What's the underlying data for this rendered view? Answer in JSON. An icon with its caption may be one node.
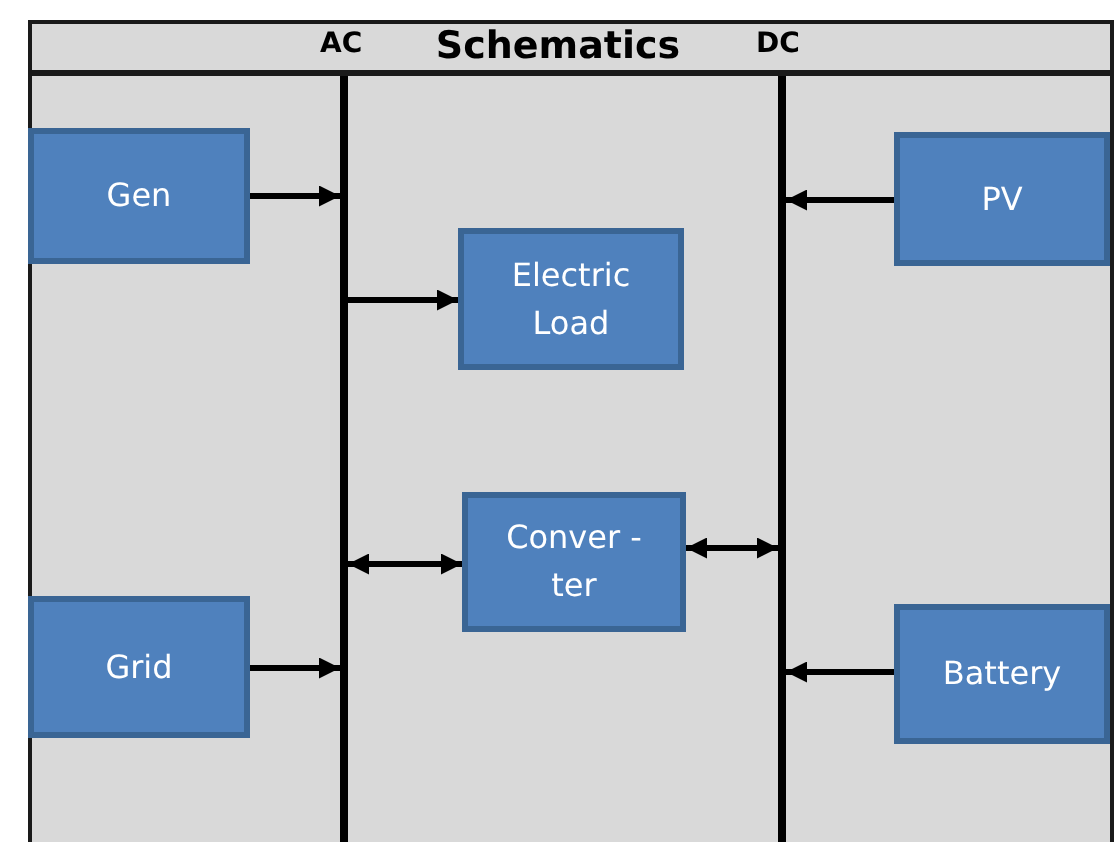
{
  "diagram": {
    "title": "Schematics",
    "nodes": [
      {
        "text": [],
        "shape": "bar"
      },
      {
        "text": [],
        "shape": "bar"
      },
      {
        "text": [
          "Gen"
        ]
      },
      {
        "text": [
          "PV"
        ]
      },
      {
        "text": [
          "Electric Load"
        ]
      },
      {
        "text": [
          "Conver -ter"
        ]
      },
      {
        "text": [
          "Grid"
        ]
      },
      {
        "text": [
          "Battery"
        ]
      }
    ],
    "edges": [
      {
        "from": 2,
        "to": 0,
        "arrow": "to"
      },
      {
        "from": 3,
        "to": 1,
        "arrow": "to"
      },
      {
        "from": 0,
        "to": 4,
        "arrow": "to"
      },
      {
        "from": 0,
        "to": 5,
        "arrow": "both"
      },
      {
        "from": 5,
        "to": 1,
        "arrow": "both"
      },
      {
        "from": 6,
        "to": 0,
        "arrow": "to"
      },
      {
        "from": 7,
        "to": 1,
        "arrow": "to"
      }
    ],
    "labels": [
      "AC",
      "DC"
    ]
  }
}
